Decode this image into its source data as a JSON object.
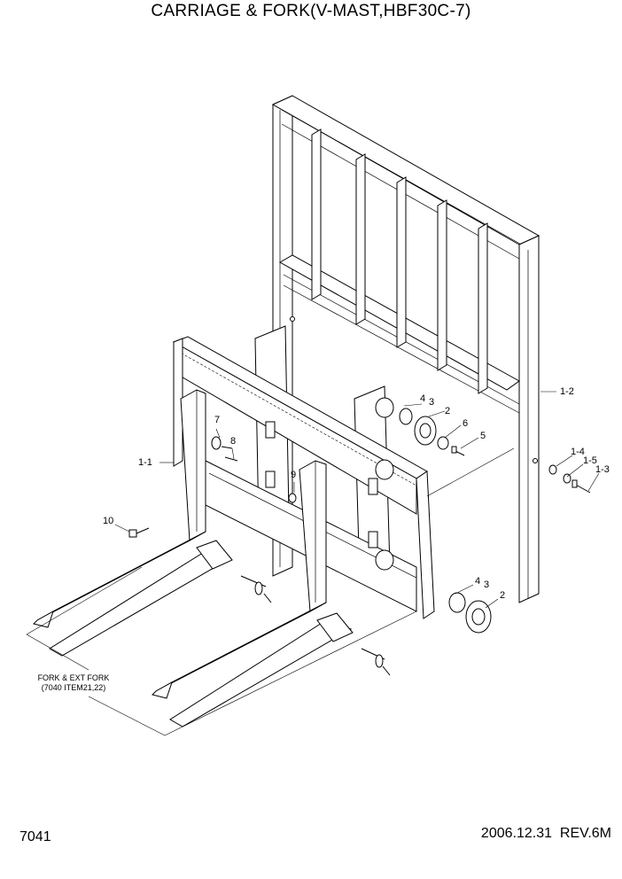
{
  "header": {
    "title": "CARRIAGE & FORK(V-MAST,HBF30C-7)"
  },
  "footer": {
    "page_number": "7041",
    "date": "2006.12.31",
    "revision": "REV.6M"
  },
  "note": {
    "line1": "FORK & EXT FORK",
    "line2": "(7040 ITEM21,22)"
  },
  "callouts": {
    "c1_1": "1-1",
    "c1_2": "1-2",
    "c1_3": "1-3",
    "c1_4": "1-4",
    "c1_5": "1-5",
    "c2_top": "2",
    "c2_bottom": "2",
    "c3_top": "3",
    "c3_bottom": "3",
    "c4_top": "4",
    "c4_bottom": "4",
    "c5": "5",
    "c6": "6",
    "c7": "7",
    "c8": "8",
    "c9": "9",
    "c10": "10"
  }
}
